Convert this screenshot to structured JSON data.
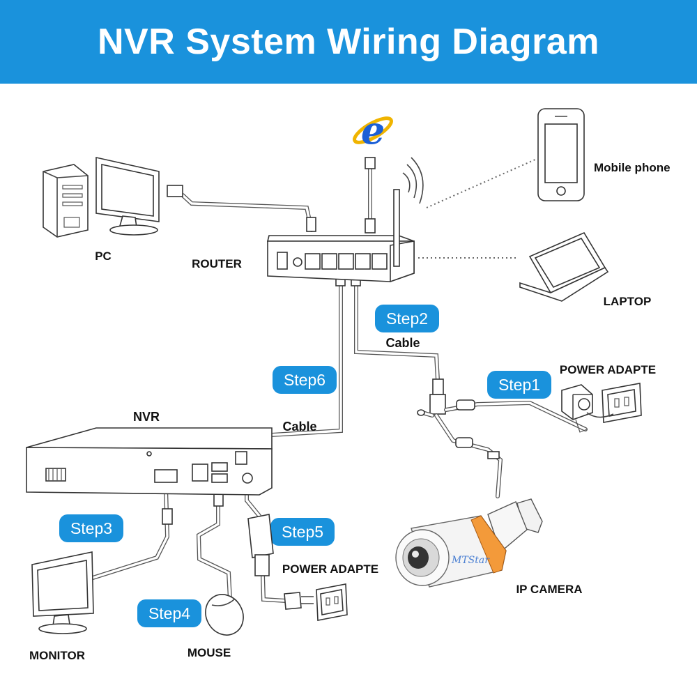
{
  "title": "NVR System Wiring Diagram",
  "colors": {
    "banner": "#1a92dc",
    "step_badge": "#1a92dc",
    "text": "#111111"
  },
  "icons": [
    "internet-explorer-icon",
    "pc-tower-icon",
    "pc-monitor-icon",
    "router-icon",
    "wifi-waves-icon",
    "mobile-phone-icon",
    "laptop-icon",
    "nvr-icon",
    "ip-camera-icon",
    "power-adapter-icon",
    "wall-outlet-icon",
    "monitor-icon",
    "mouse-icon"
  ],
  "labels": {
    "pc": "PC",
    "router": "ROUTER",
    "mobile_phone": "Mobile phone",
    "laptop": "LAPTOP",
    "nvr": "NVR",
    "ip_camera": "IP  CAMERA",
    "power_adapter_top": "POWER ADAPTE",
    "power_adapter_bottom": "POWER ADAPTE",
    "monitor": "MONITOR",
    "mouse": "MOUSE",
    "cable_step2": "Cable",
    "cable_step6": "Cable",
    "camera_brand": "MTStar",
    "ie_letter": "e"
  },
  "steps": {
    "step1": "Step1",
    "step2": "Step2",
    "step3": "Step3",
    "step4": "Step4",
    "step5": "Step5",
    "step6": "Step6"
  }
}
